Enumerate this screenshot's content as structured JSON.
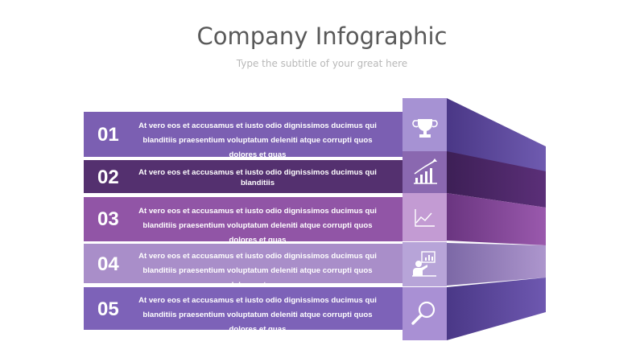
{
  "header": {
    "title": "Company Infographic",
    "subtitle": "Type the subtitle of your great here"
  },
  "steps": [
    {
      "number": "01",
      "text": "At vero eos et accusamus et iusto odio dignissimos ducimus qui blanditiis praesentium voluptatum deleniti atque corrupti quos dolores et quas",
      "icon": "trophy-icon"
    },
    {
      "number": "02",
      "text": "At vero eos et accusamus et iusto odio dignissimos ducimus qui blanditiis",
      "icon": "growth-chart-icon"
    },
    {
      "number": "03",
      "text": "At vero eos et accusamus et iusto odio dignissimos ducimus qui blanditiis praesentium voluptatum deleniti atque corrupti quos dolores et quas",
      "icon": "line-chart-icon"
    },
    {
      "number": "04",
      "text": "At vero eos et accusamus et iusto odio dignissimos ducimus qui blanditiis praesentium voluptatum deleniti atque corrupti quos dolores et quas",
      "icon": "presenter-icon"
    },
    {
      "number": "05",
      "text": "At vero eos et accusamus et iusto odio dignissimos ducimus qui blanditiis praesentium voluptatum deleniti atque corrupti quos dolores et quas",
      "icon": "magnifier-icon"
    }
  ],
  "colors": {
    "band_1": "#7b5fb2",
    "band_2": "#54306f",
    "band_3": "#9155a6",
    "band_4": "#a98ec9",
    "band_5": "#7d62b8",
    "tile_light": "#b39ad8",
    "side_dark": "#4f3b8f"
  }
}
